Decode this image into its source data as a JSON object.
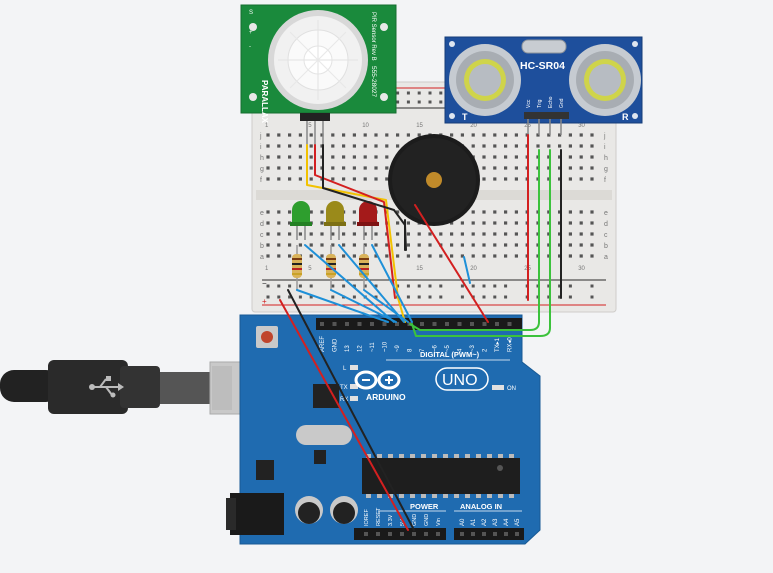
{
  "pir": {
    "brand": "PARALLAX",
    "name": "PIR Sensor Rev B",
    "part": "555-28027",
    "pins": [
      "S",
      "+",
      "-"
    ]
  },
  "ultrasonic": {
    "model": "HC-SR04",
    "pins": [
      "Vcc",
      "Trig",
      "Echo",
      "Gnd"
    ],
    "side_left": "T",
    "side_right": "R"
  },
  "breadboard": {
    "row_letters_top": [
      "j",
      "i",
      "h",
      "g",
      "f"
    ],
    "row_letters_bottom": [
      "e",
      "d",
      "c",
      "b",
      "a"
    ],
    "col_labels": [
      "1",
      "5",
      "10",
      "15",
      "20",
      "25",
      "30"
    ],
    "plus": "+",
    "minus": "−"
  },
  "arduino": {
    "brand": "ARDUINO",
    "model": "UNO",
    "digital_header": "DIGITAL (PWM~)",
    "digital_pins": [
      "AREF",
      "GND",
      "13",
      "12",
      "~11",
      "~10",
      "~9",
      "8",
      "7",
      "~6",
      "~5",
      "4",
      "~3",
      "2",
      "TX▸1",
      "RX◂0"
    ],
    "leds": [
      "L",
      "TX",
      "RX"
    ],
    "on_label": "ON",
    "power_header": "POWER",
    "power_pins": [
      "IOREF",
      "RESET",
      "3.3V",
      "5V",
      "GND",
      "GND",
      "Vin"
    ],
    "analog_header": "ANALOG IN",
    "analog_pins": [
      "A0",
      "A1",
      "A2",
      "A3",
      "A4",
      "A5"
    ]
  },
  "colors": {
    "background": "#f3f4f6",
    "breadboard": "#e9e8e6",
    "pcb_blue": "#1f6bb0",
    "pir_green": "#1a8a3c",
    "sr04_blue": "#1e4f9c",
    "wire_red": "#d32020",
    "wire_black": "#222222",
    "wire_yellow": "#f2c200",
    "wire_blue": "#1e90d8",
    "wire_green": "#3cc23c",
    "led_green": "#2e9e2e",
    "led_yellow": "#9a8a1a",
    "led_red": "#a41a1a"
  }
}
